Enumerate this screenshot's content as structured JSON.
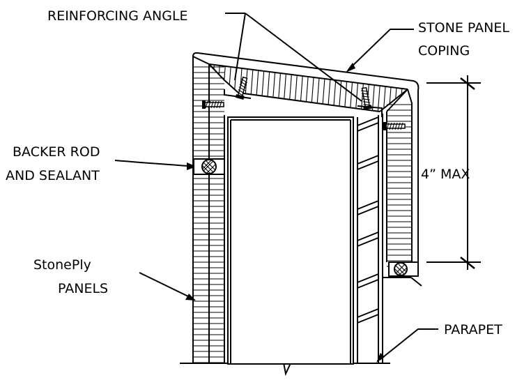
{
  "labels": {
    "reinforcing_angle": "REINFORCING ANGLE",
    "stone_panel_line1": "STONE PANEL",
    "stone_panel_line2": "COPING",
    "backer_rod_line1": "BACKER ROD",
    "backer_rod_line2": "AND SEALANT",
    "stoneply_line1": "StonePly",
    "stoneply_line2": "PANELS",
    "parapet": "PARAPET",
    "dimension": "4” MAX"
  },
  "colors": {
    "line": "#000000",
    "background": "#ffffff"
  }
}
